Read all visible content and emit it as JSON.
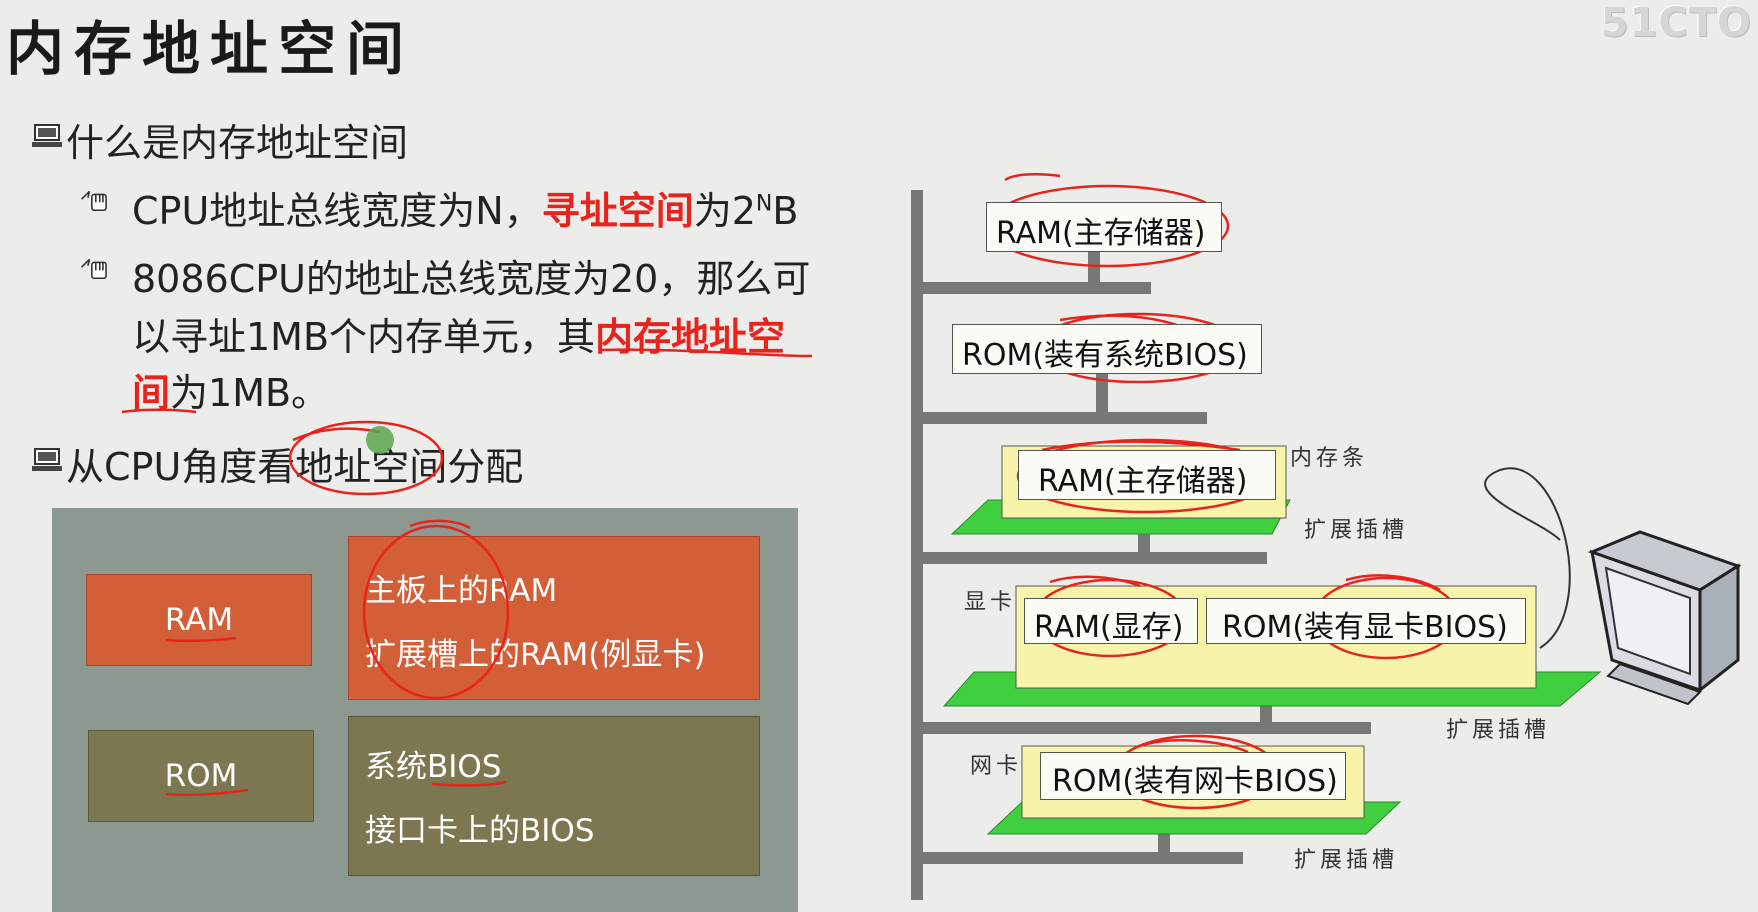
{
  "title": "内存地址空间",
  "watermark": "51CTO",
  "bullets": {
    "b1": "什么是内存地址空间",
    "s1_pre": "CPU地址总线宽度为N，",
    "s1_red": "寻址空间",
    "s1_post": "为2",
    "s1_sup": "N",
    "s1_end": "B",
    "s2_l1": "8086CPU的地址总线宽度为20，那么可",
    "s2_l2_pre": "以寻址1MB个内存单元，其",
    "s2_l2_red": "内存地址空",
    "s2_l3_red": "间",
    "s2_l3_post": "为1MB。",
    "b2": "从CPU角度看地址空间分配"
  },
  "cpu_view": {
    "ram_label": "RAM",
    "ram_detail_1": "主板上的RAM",
    "ram_detail_2": "扩展槽上的RAM(例显卡)",
    "rom_label": "ROM",
    "rom_detail_1": "系统BIOS",
    "rom_detail_2": "接口卡上的BIOS"
  },
  "diagram": {
    "ram_main": "RAM(主存储器)",
    "rom_sys": "ROM(装有系统BIOS)",
    "ram_stick": "RAM(主存储器)",
    "label_stick": "内存条",
    "label_slot1": "扩展插槽",
    "label_gpu": "显卡",
    "ram_video": "RAM(显存)",
    "rom_video": "ROM(装有显卡BIOS)",
    "label_slot2": "扩展插槽",
    "label_nic": "网卡",
    "rom_nic": "ROM(装有网卡BIOS)",
    "label_slot3": "扩展插槽"
  },
  "colors": {
    "accent_red": "#e8231c",
    "ram_box": "#d35f38",
    "rom_box": "#7c7651",
    "panel_bg": "#8d9890",
    "bus_gray": "#777777",
    "card_yellow": "#f7f3a8",
    "slot_green": "#3fcf3f"
  }
}
